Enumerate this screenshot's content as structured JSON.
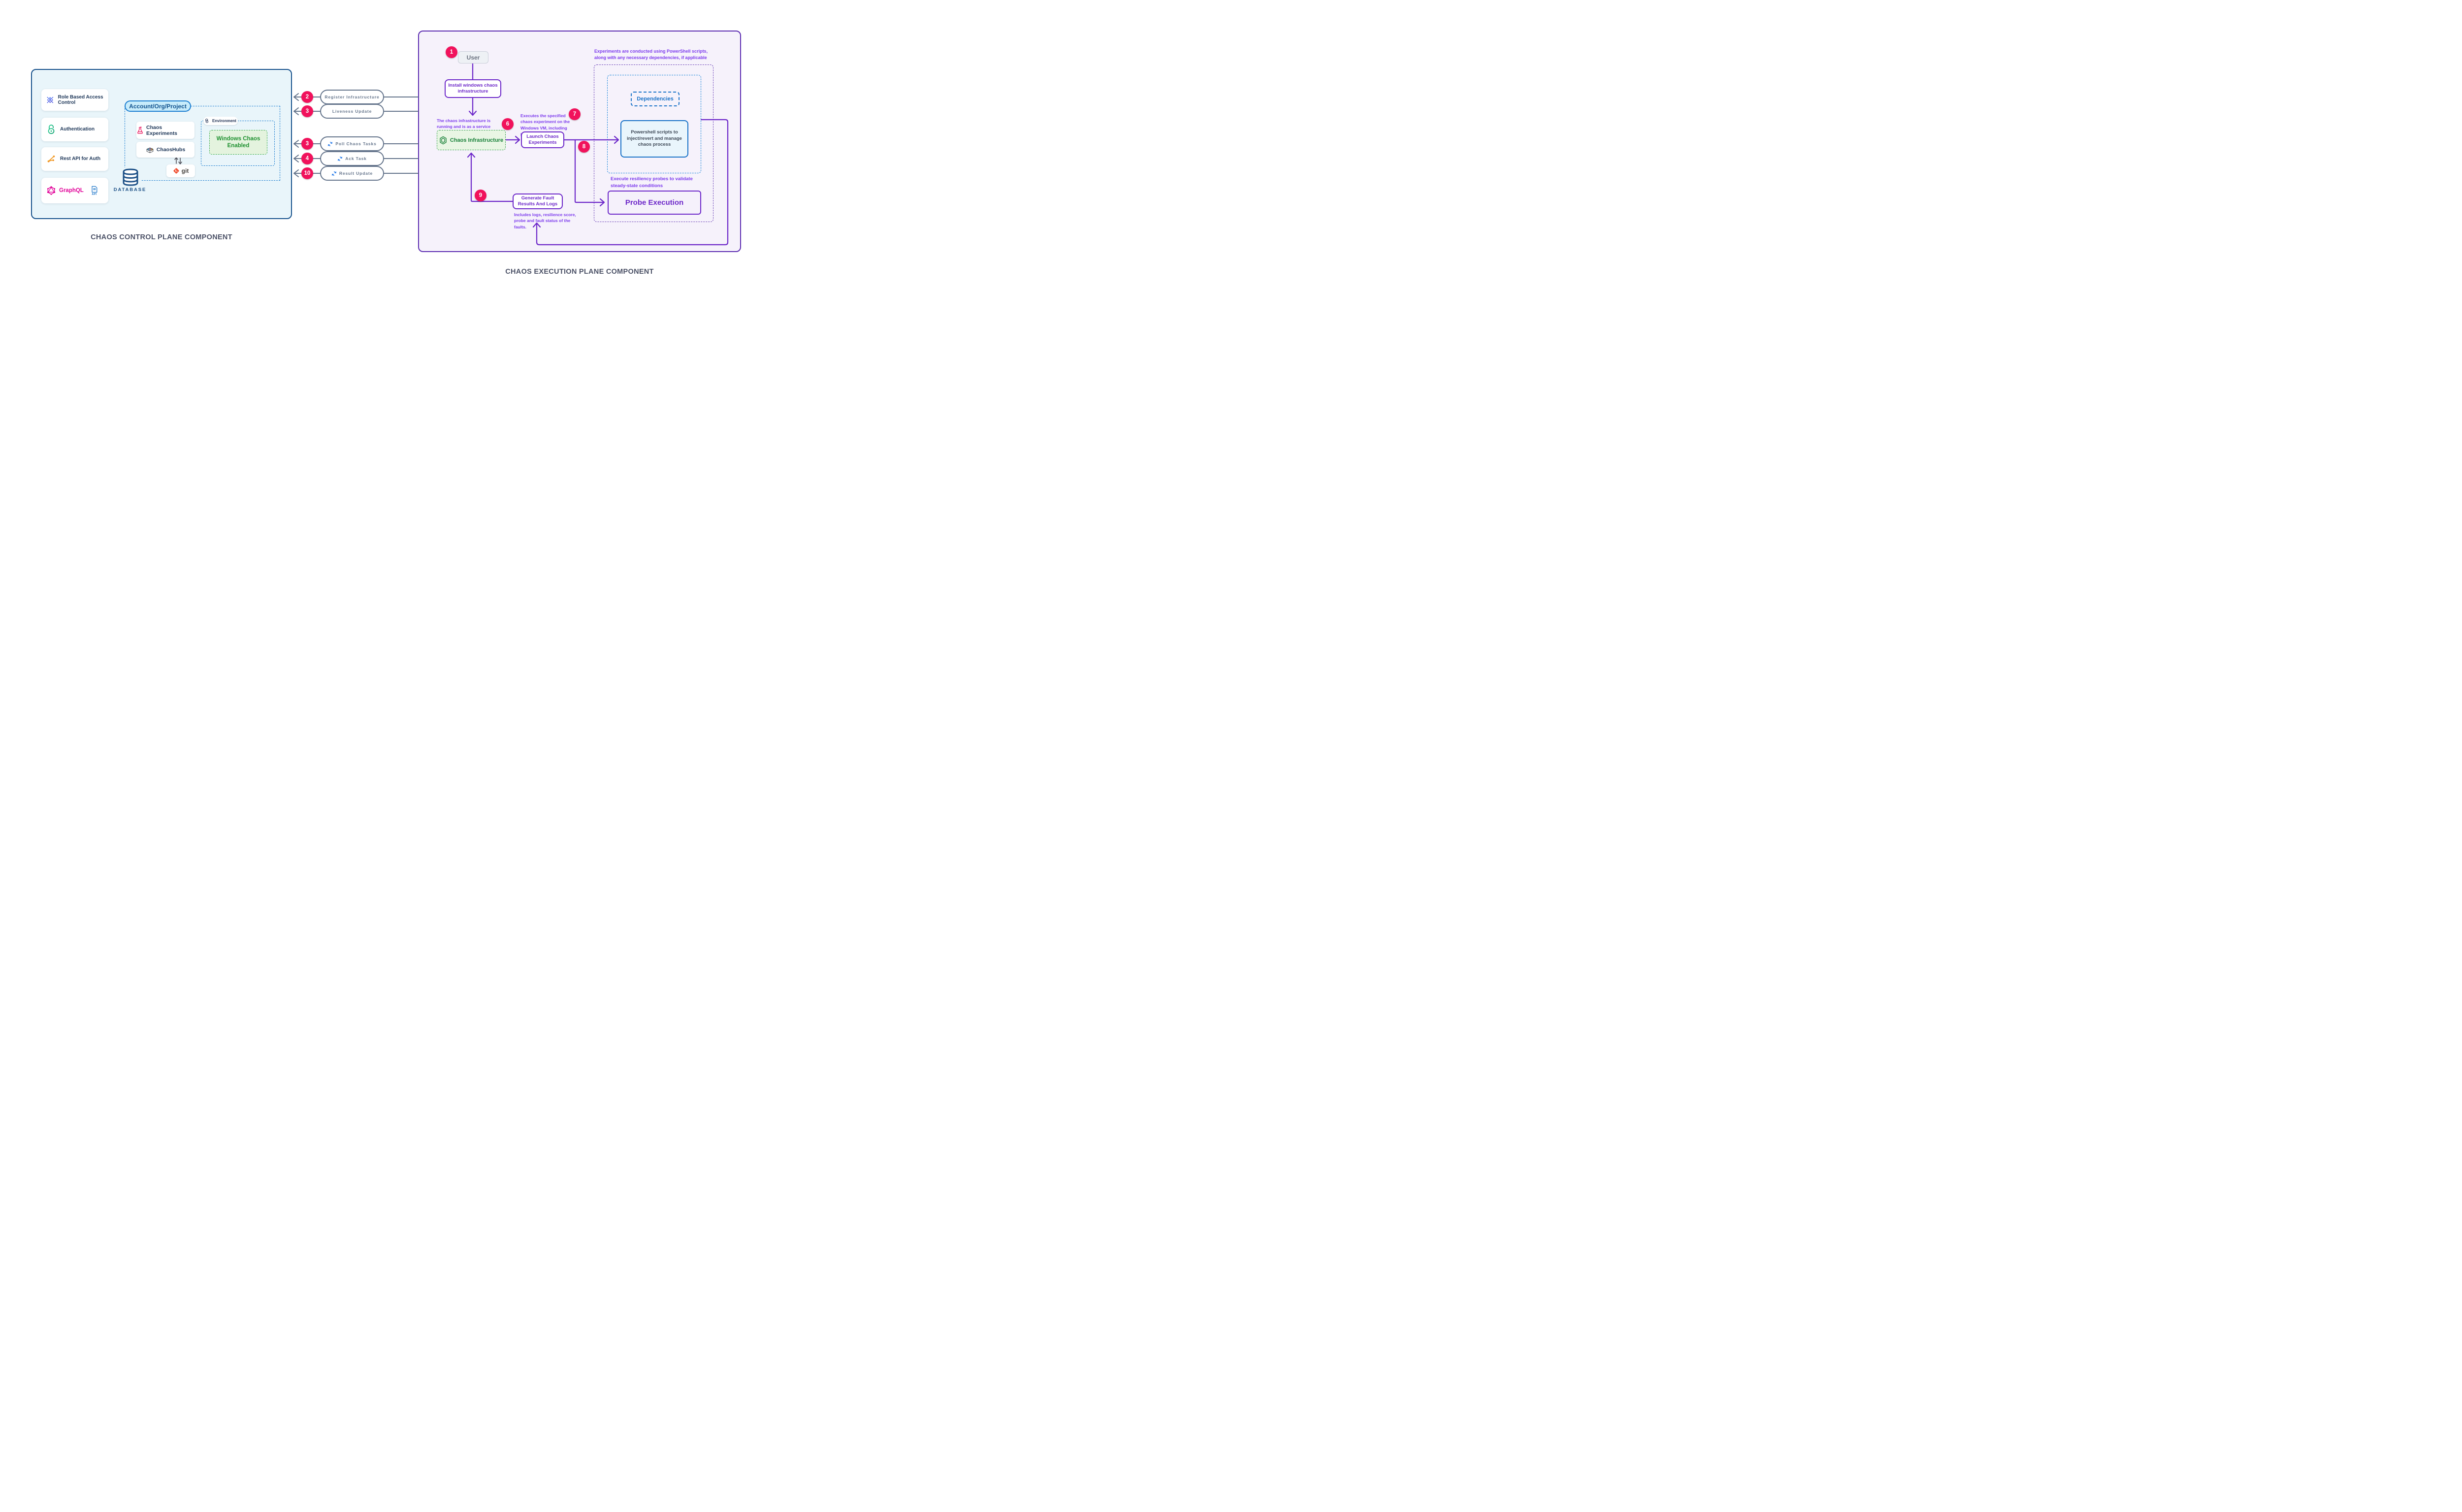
{
  "titles": {
    "control_plane": "CHAOS CONTROL PLANE COMPONENT",
    "execution_plane": "CHAOS EXECUTION PLANE COMPONENT"
  },
  "control_plane": {
    "feature_cards": [
      {
        "label": "Role Based Access Control",
        "icon": "rbac-icon"
      },
      {
        "label": "Authentication",
        "icon": "auth-lock-icon"
      },
      {
        "label": "Rest API for Auth",
        "icon": "rest-api-icon"
      },
      {
        "label": "GraphQL",
        "icon": "graphql-icon",
        "api_label": "API"
      }
    ],
    "account_pill": "Account/Org/Project",
    "chaos_experiments": "Chaos Experiments",
    "chaos_hubs": "ChaosHubs",
    "git_label": "git",
    "environment_label": "Environment",
    "windows_chaos_enabled": "Windows Chaos Enabled",
    "database_label": "DATABASE"
  },
  "connectors": {
    "rows": [
      {
        "badge": "2",
        "label": "Register Infrastructure"
      },
      {
        "badge": "3",
        "label": "Liveness Update"
      },
      {
        "badge": "3",
        "label": "Poll Chaos Tasks"
      },
      {
        "badge": "4",
        "label": "Ack Task"
      },
      {
        "badge": "10",
        "label": "Result Update"
      }
    ]
  },
  "execution_plane": {
    "badges": {
      "user": "1",
      "infra": "6",
      "launch": "7",
      "branch": "8",
      "results": "9"
    },
    "user_box": "User",
    "install_box": "Install windows chaos infrastructure",
    "infra_note": "The chaos infrastructure is running and is as a service managed by service manager",
    "chaos_infrastructure": "Chaos Infrastructure",
    "launch_box": "Launch Chaos Experiments",
    "launch_note": "Executes the specified chaos experiment on the Windows VM, including probe execution",
    "powershell_note": "Experiments are conducted using PowerShell scripts, along with any necessary dependencies, if applicable",
    "dependencies_box": "Dependencies",
    "powershell_box": "Powershell scripts to inject/revert and manage chaos process",
    "probe_note": "Execute resiliency probes to validate steady-state conditions",
    "probe_execution_box": "Probe Execution",
    "results_box": "Generate Fault Results And Logs",
    "results_note": "Includes logs, resilience score, probe and fault status of the faults."
  },
  "colors": {
    "accent_purple": "#6d28c9",
    "accent_pink": "#f1125c",
    "accent_blue": "#1a73c8",
    "accent_green": "#1f9130",
    "slate_gray": "#64748b",
    "control_border": "#15508b",
    "execution_border": "#5b2bb0"
  }
}
